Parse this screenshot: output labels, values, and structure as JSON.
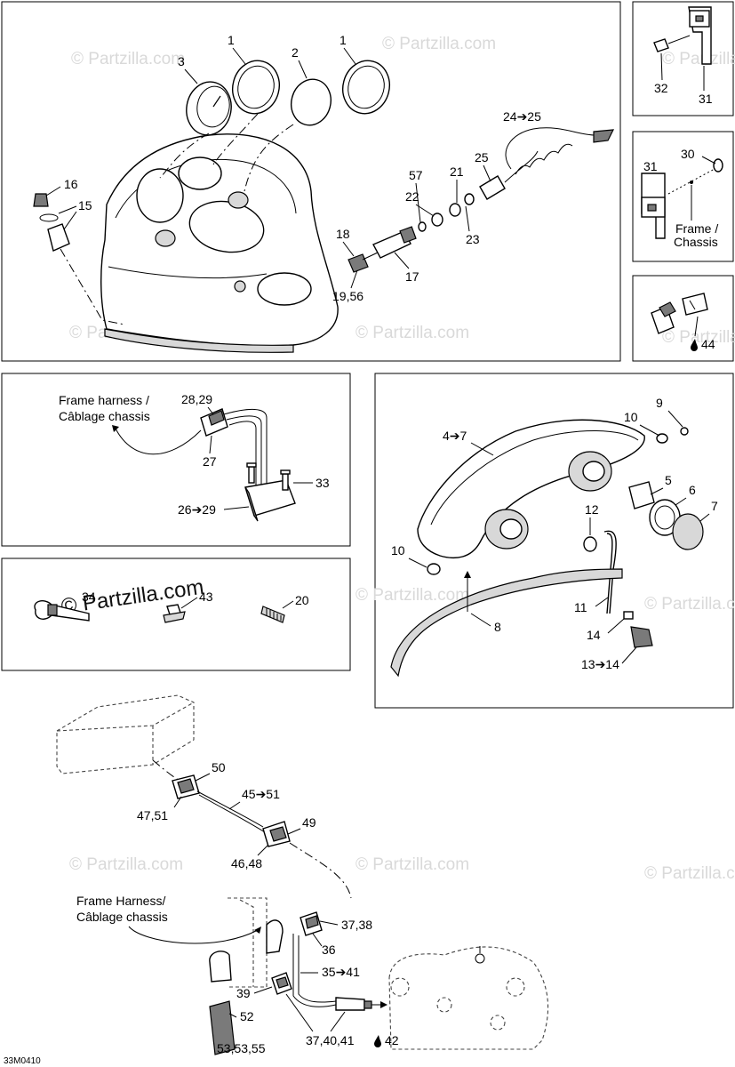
{
  "diagram_code": "33M0410",
  "watermark": {
    "text": "© Partzilla.com",
    "emphasized": "© Partzilla.com"
  },
  "panels": {
    "top_left": {
      "callouts": [
        "1",
        "2",
        "1",
        "3",
        "16",
        "15",
        "18",
        "19,56",
        "17",
        "57",
        "22",
        "21",
        "23",
        "25",
        "24➔25"
      ]
    },
    "top_right_1": {
      "callouts": [
        "32",
        "31"
      ]
    },
    "top_right_2": {
      "callouts": [
        "30",
        "31"
      ],
      "label": "Frame /\nChassis",
      "label_line1": "Frame /",
      "label_line2": "Chassis"
    },
    "top_right_3": {
      "callouts": [
        "44"
      ],
      "oil_icon": "oil-drop-icon"
    },
    "mid_left": {
      "label_line1": "Frame harness /",
      "label_line2": "Câblage chassis",
      "callouts": [
        "28,29",
        "27",
        "33",
        "26➔29"
      ]
    },
    "mid_right": {
      "callouts": [
        "4➔7",
        "10",
        "9",
        "5",
        "6",
        "7",
        "12",
        "10",
        "11",
        "8",
        "14",
        "13➔14"
      ]
    },
    "small_left": {
      "callouts": [
        "34",
        "43",
        "20"
      ]
    },
    "bottom": {
      "label_line1": "Frame Harness/",
      "label_line2": "Câblage chassis",
      "callouts": [
        "50",
        "45➔51",
        "47,51",
        "49",
        "46,48",
        "37,38",
        "36",
        "35➔41",
        "39",
        "52",
        "53,53,55",
        "37,40,41",
        "42"
      ]
    }
  }
}
